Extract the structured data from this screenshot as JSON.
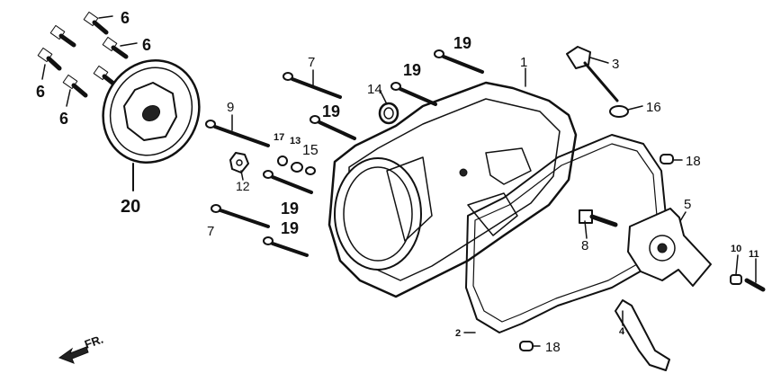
{
  "callouts": {
    "c1": "1",
    "c2": "2",
    "c3": "3",
    "c4": "4",
    "c5": "5",
    "c6a": "6",
    "c6b": "6",
    "c6c": "6",
    "c6d": "6",
    "c7a": "7",
    "c7b": "7",
    "c8": "8",
    "c9": "9",
    "c10": "10",
    "c11": "11",
    "c12": "12",
    "c13": "13",
    "c14": "14",
    "c15": "15",
    "c16": "16",
    "c17": "17",
    "c18a": "18",
    "c18b": "18",
    "c19a": "19",
    "c19b": "19",
    "c19c": "19",
    "c19d": "19",
    "c19e": "19",
    "c20": "20"
  },
  "direction": {
    "label": "FR."
  }
}
